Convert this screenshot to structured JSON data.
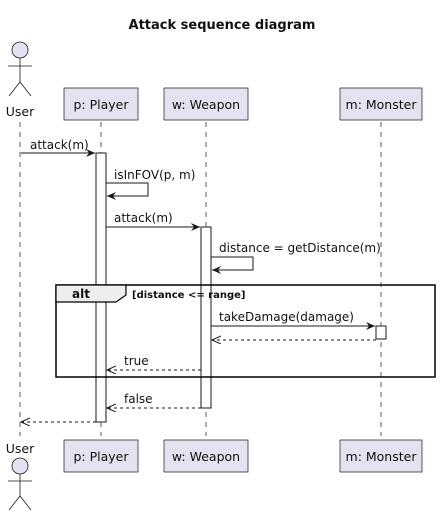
{
  "title": "Attack sequence diagram",
  "participants": {
    "user": "User",
    "player": "p: Player",
    "weapon": "w: Weapon",
    "monster": "m: Monster"
  },
  "messages": {
    "attack_player": "attack(m)",
    "is_in_fov": "isInFOV(p, m)",
    "attack_weapon": "attack(m)",
    "get_distance": "distance = getDistance(m)",
    "take_damage": "takeDamage(damage)",
    "ret_true": "true",
    "ret_false": "false"
  },
  "alt": {
    "keyword": "alt",
    "guard": "[distance <= range]"
  },
  "colors": {
    "participant_fill": "#e2e2f0",
    "line": "#181818",
    "alt_tab_fill": "#eeeeee"
  }
}
